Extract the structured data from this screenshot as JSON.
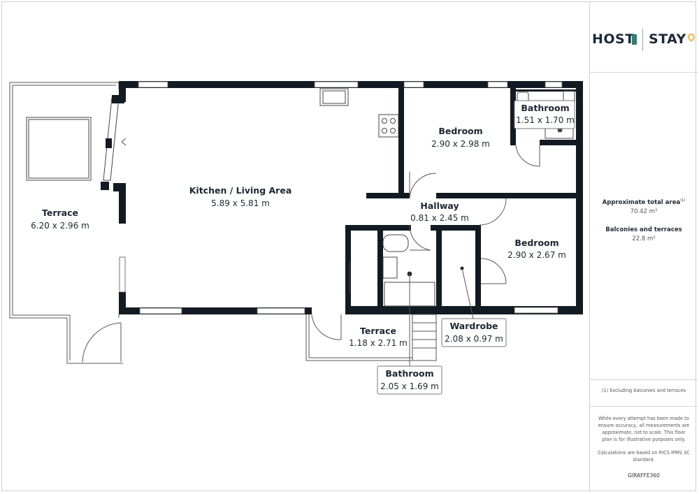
{
  "brand": {
    "host": "HOST",
    "stay": "STAY",
    "accent_color": "#f2b33d",
    "footer_brand": "GIRAFFE360"
  },
  "summary": {
    "total_area_label": "Approximate total area",
    "total_area_note_marker": "(1)",
    "total_area_value": "70.42 m²",
    "balconies_label": "Balconies and terraces",
    "balconies_value": "22.8 m²"
  },
  "notes": {
    "footnote": "(1) Excluding balconies and terraces",
    "disclaimer": "While every attempt has been made to ensure accuracy, all measurements are approximate, not to scale. This floor plan is for illustrative purposes only.",
    "calculation": "Calculations are based on RICS IPMS 3C standard."
  },
  "rooms": {
    "terrace_left": {
      "name": "Terrace",
      "dims": "6.20 x 2.96 m"
    },
    "kitchen": {
      "name": "Kitchen / Living Area",
      "dims": "5.89 x 5.81 m"
    },
    "bedroom_top": {
      "name": "Bedroom",
      "dims": "2.90 x 2.98 m"
    },
    "bathroom_top": {
      "name": "Bathroom",
      "dims": "1.51 x 1.70 m"
    },
    "hallway": {
      "name": "Hallway",
      "dims": "0.81 x 2.45 m"
    },
    "bedroom_bottom": {
      "name": "Bedroom",
      "dims": "2.90 x 2.67 m"
    },
    "terrace_small": {
      "name": "Terrace",
      "dims": "1.18 x 2.71 m"
    },
    "wardrobe": {
      "name": "Wardrobe",
      "dims": "2.08 x 0.97 m"
    },
    "bathroom_bottom": {
      "name": "Bathroom",
      "dims": "2.05 x 1.69 m"
    }
  },
  "colors": {
    "wall": "#121a23",
    "window": "#ffffff",
    "line": "#555555"
  }
}
